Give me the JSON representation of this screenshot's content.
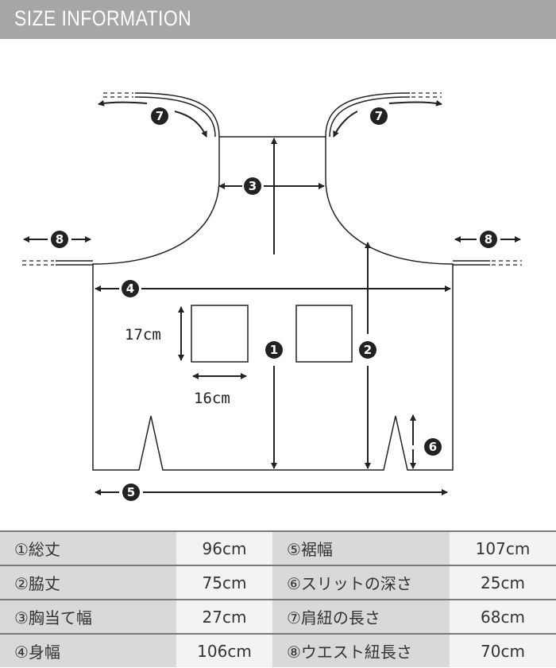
{
  "header": {
    "title": "SIZE INFORMATION"
  },
  "diagram": {
    "markers": [
      "1",
      "2",
      "3",
      "4",
      "5",
      "6",
      "7",
      "8"
    ],
    "pocket_height": "17cm",
    "pocket_width": "16cm"
  },
  "table": {
    "rows": [
      {
        "label_a": "①総丈",
        "value_a": "96cm",
        "label_b": "⑤裾幅",
        "value_b": "107cm"
      },
      {
        "label_a": "②脇丈",
        "value_a": "75cm",
        "label_b": "⑥スリットの深さ",
        "value_b": "25cm"
      },
      {
        "label_a": "③胸当て幅",
        "value_a": "27cm",
        "label_b": "⑦肩紐の長さ",
        "value_b": "68cm"
      },
      {
        "label_a": "④身幅",
        "value_a": "106cm",
        "label_b": "⑧ウエスト紐長さ",
        "value_b": "70cm"
      }
    ]
  }
}
